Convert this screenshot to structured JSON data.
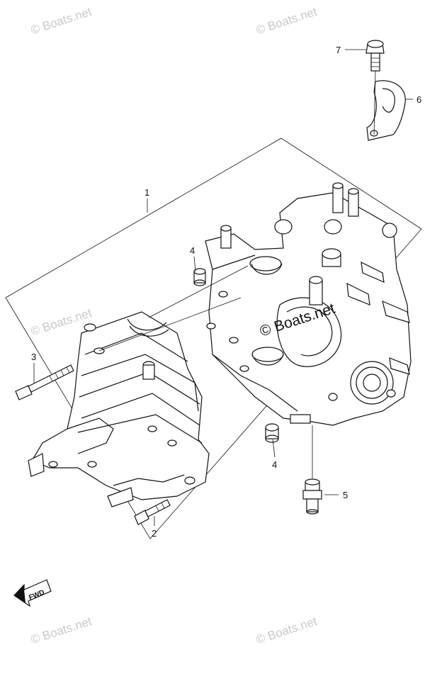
{
  "watermarks": {
    "tile": "© Boats.net",
    "center": "© Boats.net"
  },
  "callouts": [
    {
      "id": "1",
      "label": "1"
    },
    {
      "id": "2",
      "label": "2"
    },
    {
      "id": "3",
      "label": "3"
    },
    {
      "id": "4a",
      "label": "4"
    },
    {
      "id": "4b",
      "label": "4"
    },
    {
      "id": "5",
      "label": "5"
    },
    {
      "id": "6",
      "label": "6"
    },
    {
      "id": "7",
      "label": "7"
    }
  ],
  "fwd_label": "FWD",
  "colors": {
    "line": "#111111",
    "watermark": "#c9c9c9",
    "background": "#ffffff"
  }
}
